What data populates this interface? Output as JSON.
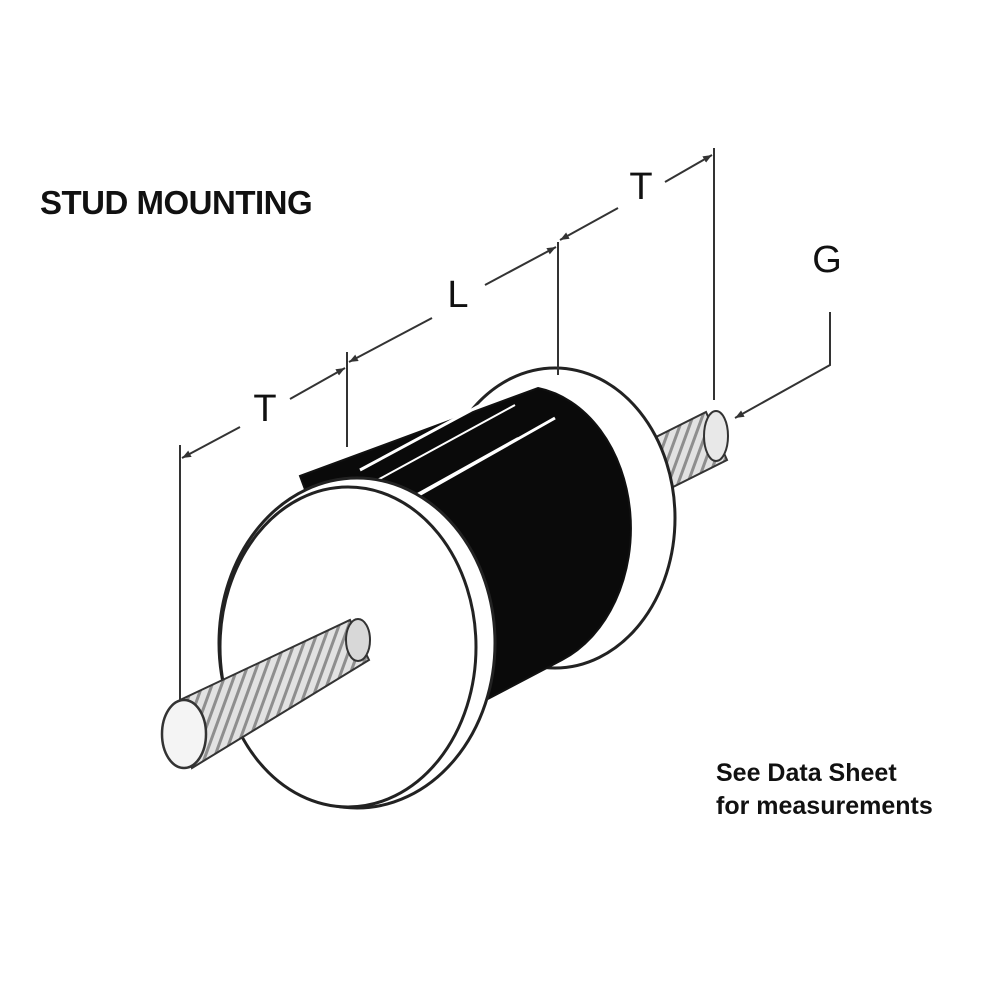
{
  "title": "STUD MOUNTING",
  "dimension_labels": {
    "t_left": "T",
    "l_body": "L",
    "t_right": "T",
    "g_thread": "G"
  },
  "note": {
    "line1": "See Data Sheet",
    "line2": "for measurements"
  },
  "colors": {
    "background": "#ffffff",
    "rubber_body": "#0a0a0a",
    "stud": "#d4d4d4",
    "line": "#333333"
  }
}
